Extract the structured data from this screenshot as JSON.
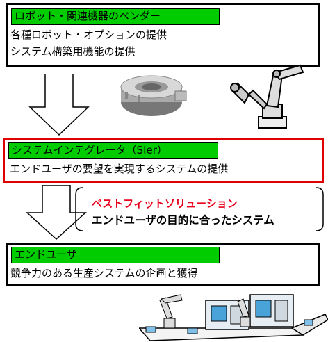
{
  "vendor": {
    "header": "ロボット・関連機器のベンダー",
    "lines": [
      "各種ロボット・オプションの提供",
      "システム構築用機能の提供"
    ]
  },
  "sier": {
    "header": "システムインテグレータ（SIer）",
    "lines": [
      "エンドユーザの要望を実現するシステムの提供"
    ]
  },
  "callout": {
    "title": "ベストフィットソリューション",
    "subtitle": "エンドユーザの目的に合ったシステム"
  },
  "enduser": {
    "header": "エンドユーザ",
    "lines": [
      "競争力のある生産システムの企画と獲得"
    ]
  },
  "colors": {
    "header_green": "#00cc00",
    "highlight_red": "#e00000",
    "callout_red": "#e8001c"
  },
  "icons": [
    "force-sensor-icon",
    "robot-arm-icon",
    "production-line-icon"
  ]
}
